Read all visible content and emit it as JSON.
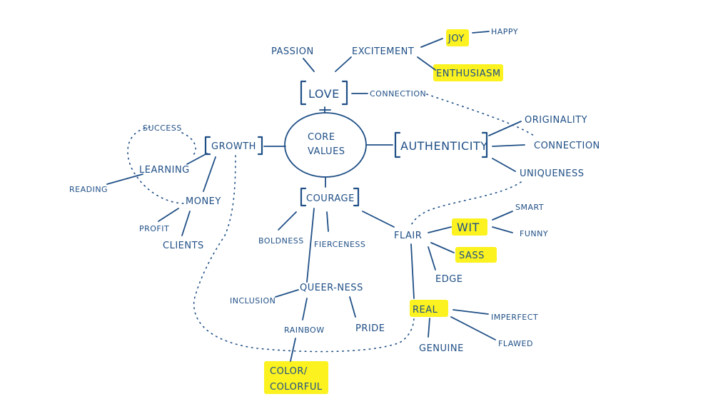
{
  "colors": {
    "ink": "#1f4f86",
    "highlight": "#fbf21f",
    "background": "#ffffff"
  },
  "center": {
    "line1": "CORE",
    "line2": "VALUES"
  },
  "nodes": {
    "love": "LOVE",
    "passion": "PASSION",
    "excitement": "EXCITEMENT",
    "joy": "JOY",
    "happy": "HAPPY",
    "enthusiasm": "ENTHUSIASM",
    "connection_love": "CONNECTION",
    "authenticity": "AUTHENTICITY",
    "originality": "ORIGINALITY",
    "connection_auth": "CONNECTION",
    "uniqueness": "UNIQUENESS",
    "growth": "GROWTH",
    "success": "SUCCESS",
    "learning": "LEARNING",
    "reading": "READING",
    "money": "MONEY",
    "profit": "PROFIT",
    "clients": "CLIENTS",
    "courage": "COURAGE",
    "boldness": "BOLDNESS",
    "fierceness": "FIERCENESS",
    "queerness": "QUEER-NESS",
    "inclusion": "INCLUSION",
    "rainbow": "RAINBOW",
    "pride": "PRIDE",
    "color": "COLOR/",
    "colorful": "COLORFUL",
    "flair": "FLAIR",
    "wit": "WIT",
    "smart": "SMART",
    "funny": "FUNNY",
    "sass": "SASS",
    "edge": "EDGE",
    "real": "REAL",
    "imperfect": "IMPERFECT",
    "flawed": "FLAWED",
    "genuine": "GENUINE"
  }
}
